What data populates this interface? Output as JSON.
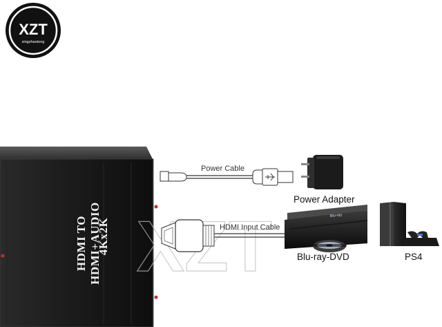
{
  "logo": {
    "mark": "XZT",
    "sub": "xingzhaotong"
  },
  "watermark": "XZT",
  "device": {
    "line1": "HDMI TO HDMI+AUDIO",
    "line2": "4Kx2K"
  },
  "cables": {
    "power": "Power Cable",
    "hdmi": "HDMI Input Cable"
  },
  "peripherals": {
    "adapter": "Power Adapter",
    "bluray": "Blu-ray-DVD",
    "ps4": "PS4"
  }
}
